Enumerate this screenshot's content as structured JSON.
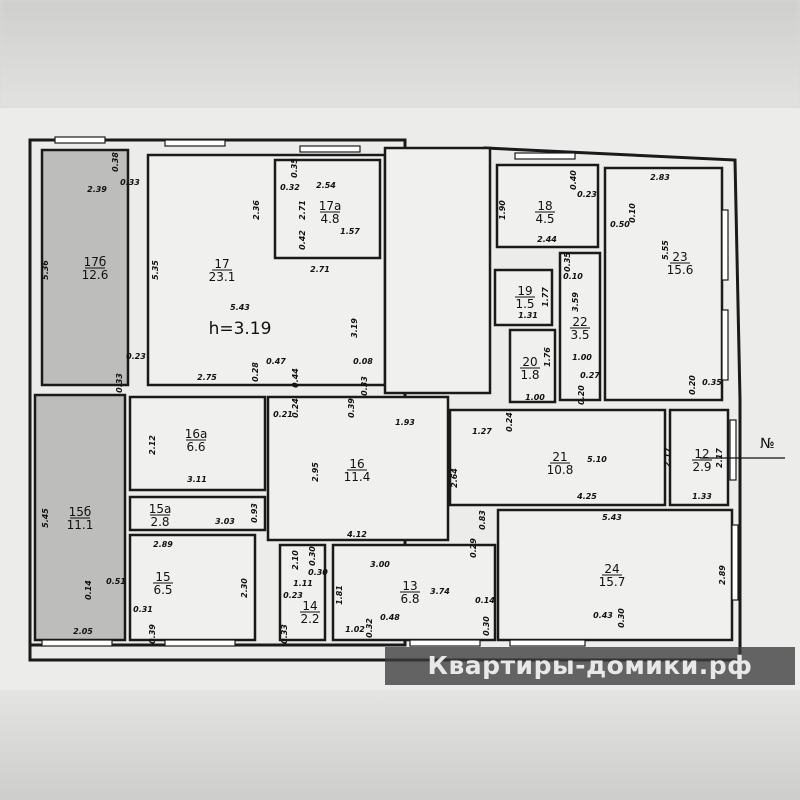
{
  "ceiling_height": "h=3.19",
  "entrance_label": "№",
  "watermark": "Квартиры-домики.рф",
  "rooms": [
    {
      "num": "17б",
      "area": "12.6"
    },
    {
      "num": "17",
      "area": "23.1"
    },
    {
      "num": "17а",
      "area": "4.8"
    },
    {
      "num": "18",
      "area": "4.5"
    },
    {
      "num": "23",
      "area": "15.6"
    },
    {
      "num": "19",
      "area": "1.5"
    },
    {
      "num": "22",
      "area": "3.5"
    },
    {
      "num": "20",
      "area": "1.8"
    },
    {
      "num": "16а",
      "area": "6.6"
    },
    {
      "num": "16",
      "area": "11.4"
    },
    {
      "num": "21",
      "area": "10.8"
    },
    {
      "num": "12",
      "area": "2.9"
    },
    {
      "num": "15б",
      "area": "11.1"
    },
    {
      "num": "15а",
      "area": "2.8"
    },
    {
      "num": "15",
      "area": "6.5"
    },
    {
      "num": "14",
      "area": "2.2"
    },
    {
      "num": "13",
      "area": "6.8"
    },
    {
      "num": "24",
      "area": "15.7"
    }
  ],
  "dimensions": [
    "2.39",
    "0.38",
    "0.33",
    "5.36",
    "0.23",
    "0.33",
    "5.35",
    "5.43",
    "3.19",
    "2.75",
    "0.28",
    "0.47",
    "0.44",
    "0.08",
    "0.33",
    "2.71",
    "0.32",
    "2.54",
    "0.35",
    "2.36",
    "2.71",
    "1.57",
    "0.42",
    "0.40",
    "0.23",
    "1.90",
    "2.44",
    "2.83",
    "0.10",
    "0.50",
    "5.55",
    "0.20",
    "0.35",
    "1.77",
    "1.31",
    "0.35",
    "0.10",
    "3.59",
    "1.00",
    "0.27",
    "0.20",
    "1.76",
    "1.00",
    "2.12",
    "3.11",
    "0.21",
    "0.24",
    "0.39",
    "1.93",
    "2.95",
    "4.12",
    "2.64",
    "3.03",
    "0.93",
    "5.45",
    "0.14",
    "0.51",
    "2.05",
    "2.89",
    "2.30",
    "0.31",
    "0.39",
    "2.10",
    "0.30",
    "0.30",
    "1.11",
    "0.23",
    "0.33",
    "3.00",
    "1.81",
    "3.74",
    "0.14",
    "0.30",
    "1.02",
    "0.32",
    "0.48",
    "0.29",
    "0.83",
    "1.27",
    "0.24",
    "5.10",
    "2.17",
    "4.25",
    "2.17",
    "1.33",
    "5.43",
    "2.89",
    "0.43",
    "0.30"
  ]
}
